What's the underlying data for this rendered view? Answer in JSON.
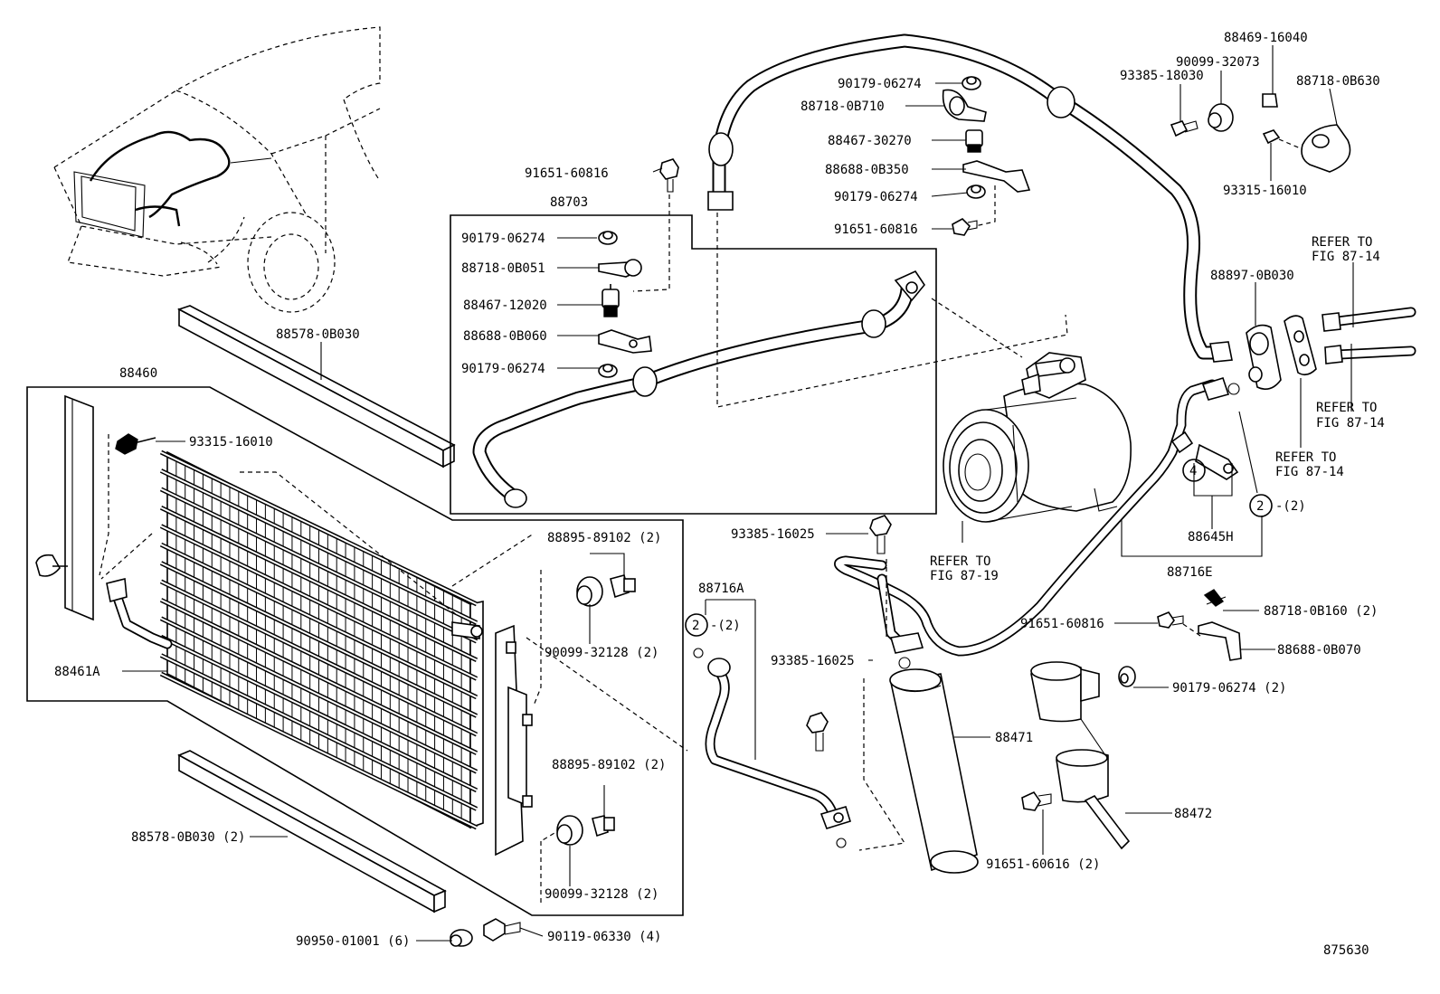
{
  "diagram": {
    "figure_number": "875630",
    "callouts": {
      "p88703": "88703",
      "p88460": "88460",
      "p88461A": "88461A",
      "p88578_top": "88578-0B030",
      "p88578_bot": "88578-0B030 (2)",
      "p93315_left": "93315-16010",
      "p88895_a": "88895-89102 (2)",
      "p90099_a": "90099-32128 (2)",
      "p88895_b": "88895-89102 (2)",
      "p90099_b": "90099-32128 (2)",
      "p90950": "90950-01001 (6)",
      "p90119": "90119-06330 (4)",
      "p91651_top": "91651-60816",
      "p90179_a": "90179-06274",
      "p88718_0B051": "88718-0B051",
      "p88467_12020": "88467-12020",
      "p88688_0B060": "88688-0B060",
      "p90179_b": "90179-06274",
      "p90179_c": "90179-06274",
      "p88718_0B710": "88718-0B710",
      "p88467_30270": "88467-30270",
      "p88688_0B350": "88688-0B350",
      "p90179_d": "90179-06274",
      "p91651_mid": "91651-60816",
      "p88469": "88469-16040",
      "p90099_32073": "90099-32073",
      "p93385_18030": "93385-18030",
      "p88718_0B630": "88718-0B630",
      "p93315_right": "93315-16010",
      "refer_fig_87_14": "REFER TO FIG 87-14",
      "p88897": "88897-0B030",
      "refer_fig_87_19": "REFER TO FIG 87-19",
      "p93385_16025_a": "93385-16025",
      "p88716A": "88716A",
      "circled_2": "2",
      "qty_2": "-(2)",
      "circled_4": "4",
      "p88645H": "88645H",
      "p88716E": "88716E",
      "p93385_16025_b": "93385-16025",
      "p88471": "88471",
      "p91651_low": "91651-60816",
      "p88718_0B160": "88718-0B160 (2)",
      "p88688_0B070": "88688-0B070",
      "p90179_e": "90179-06274 (2)",
      "p88472": "88472",
      "p91651_60616": "91651-60616 (2)"
    }
  }
}
